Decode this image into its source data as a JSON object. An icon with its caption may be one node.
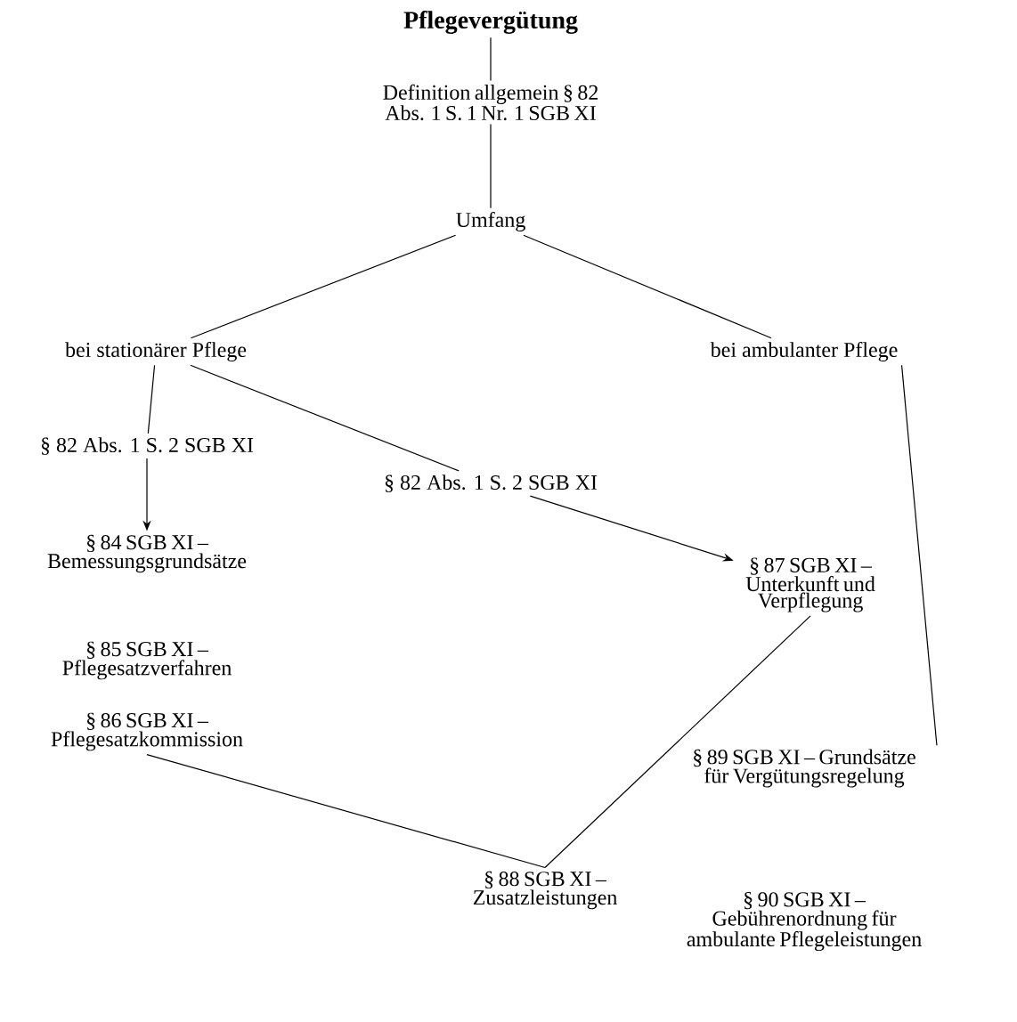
{
  "diagram": {
    "nodes": [
      {
        "text": [
          "Pflegevergütung"
        ]
      },
      {
        "text": [
          "Definition allgemein § 82 Abs. 1 S. 1 Nr. 1 SGB XI"
        ]
      },
      {
        "text": [
          "Umfang"
        ]
      },
      {
        "text": [
          "bei stationärer Pflege"
        ]
      },
      {
        "text": [
          "bei ambulanter Pflege"
        ]
      },
      {
        "text": [
          "§ 82 Abs. 1 S. 2 SGB XI"
        ]
      },
      {
        "text": [
          "§ 82 Abs. 1 S. 2 SGB XI"
        ]
      },
      {
        "text": [
          "§ 84 SGB XI – Bemessungsgrundsätze"
        ]
      },
      {
        "text": [
          "§ 87 SGB XI – Unterkunft und Verpflegung"
        ]
      },
      {
        "text": [
          "§ 85 SGB XI – Pflegesatzverfahren"
        ]
      },
      {
        "text": [
          "§ 86 SGB XI – Pflegesatzkommission"
        ]
      },
      {
        "text": [
          "§ 89 SGB XI – Grundsätze für Vergütungsregelung"
        ]
      },
      {
        "text": [
          "§ 88 SGB XI – Zusatzleistungen"
        ]
      },
      {
        "text": [
          "§ 90 SGB XI – Gebührenordnung für ambulante Pflegeleistungen"
        ]
      }
    ],
    "edges": [
      {
        "from": 0,
        "to": 1,
        "arrow": "none"
      },
      {
        "from": 1,
        "to": 2,
        "arrow": "none"
      },
      {
        "from": 2,
        "to": 3,
        "arrow": "none"
      },
      {
        "from": 2,
        "to": 4,
        "arrow": "none"
      },
      {
        "from": 3,
        "to": 5,
        "arrow": "none"
      },
      {
        "from": 5,
        "to": 7,
        "arrow": "to"
      },
      {
        "from": 3,
        "to": 6,
        "arrow": "none"
      },
      {
        "from": 6,
        "to": 8,
        "arrow": "to"
      },
      {
        "from": 4,
        "to": 11,
        "arrow": "none"
      },
      {
        "from": 10,
        "to": 12,
        "arrow": "none"
      },
      {
        "from": 8,
        "to": 12,
        "arrow": "none"
      }
    ]
  }
}
